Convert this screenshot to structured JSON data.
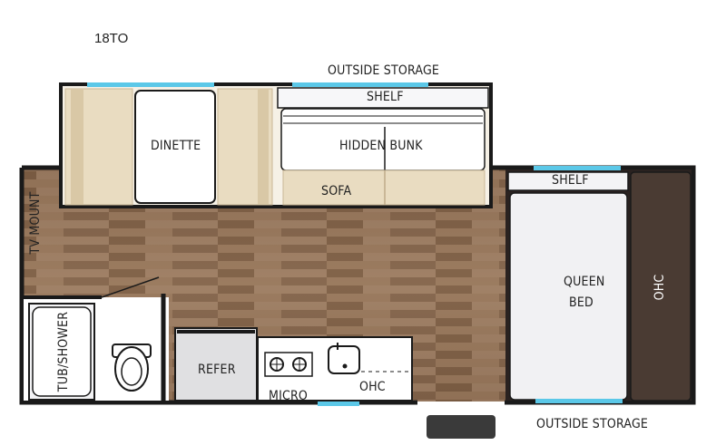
{
  "model": "18TO",
  "labels": {
    "outside_storage_top": "OUTSIDE STORAGE",
    "shelf_top": "SHELF",
    "dinette": "DINETTE",
    "hidden_bunk": "HIDDEN BUNK",
    "sofa": "SOFA",
    "tv_mount": "TV MOUNT",
    "shelf_right": "SHELF",
    "queen_bed_line1": "QUEEN",
    "queen_bed_line2": "BED",
    "ohc_right": "OHC",
    "tub_shower": "TUB/SHOWER",
    "refer": "REFER",
    "micro": "MICRO",
    "ohc_kitchen": "OHC",
    "outside_storage_bottom": "OUTSIDE STORAGE"
  },
  "colors": {
    "wall": "#1a1a1a",
    "window": "#5bc8e8",
    "floor": "#8a6b50",
    "cushion": "#ece0c8",
    "bed": "#f1f1f3",
    "ohc_panel": "#4a3b33"
  }
}
